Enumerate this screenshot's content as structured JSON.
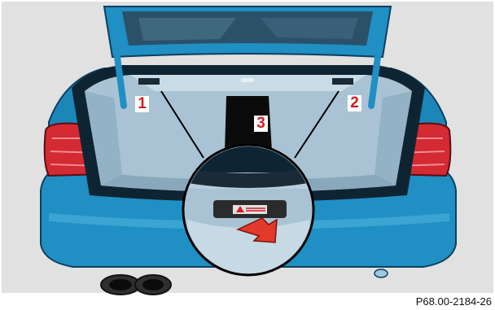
{
  "figure": {
    "code": "P68.00-2184-26"
  },
  "callouts": {
    "one": "1",
    "two": "2",
    "three": "3"
  },
  "colors": {
    "background_panel": "#e1e1e1",
    "car_body": "#1e90c6",
    "trunk_interior": "#a9c3d4",
    "tail_light": "#d42a33",
    "callout_text": "#d41c24",
    "release_arrow": "#e23a2a"
  }
}
